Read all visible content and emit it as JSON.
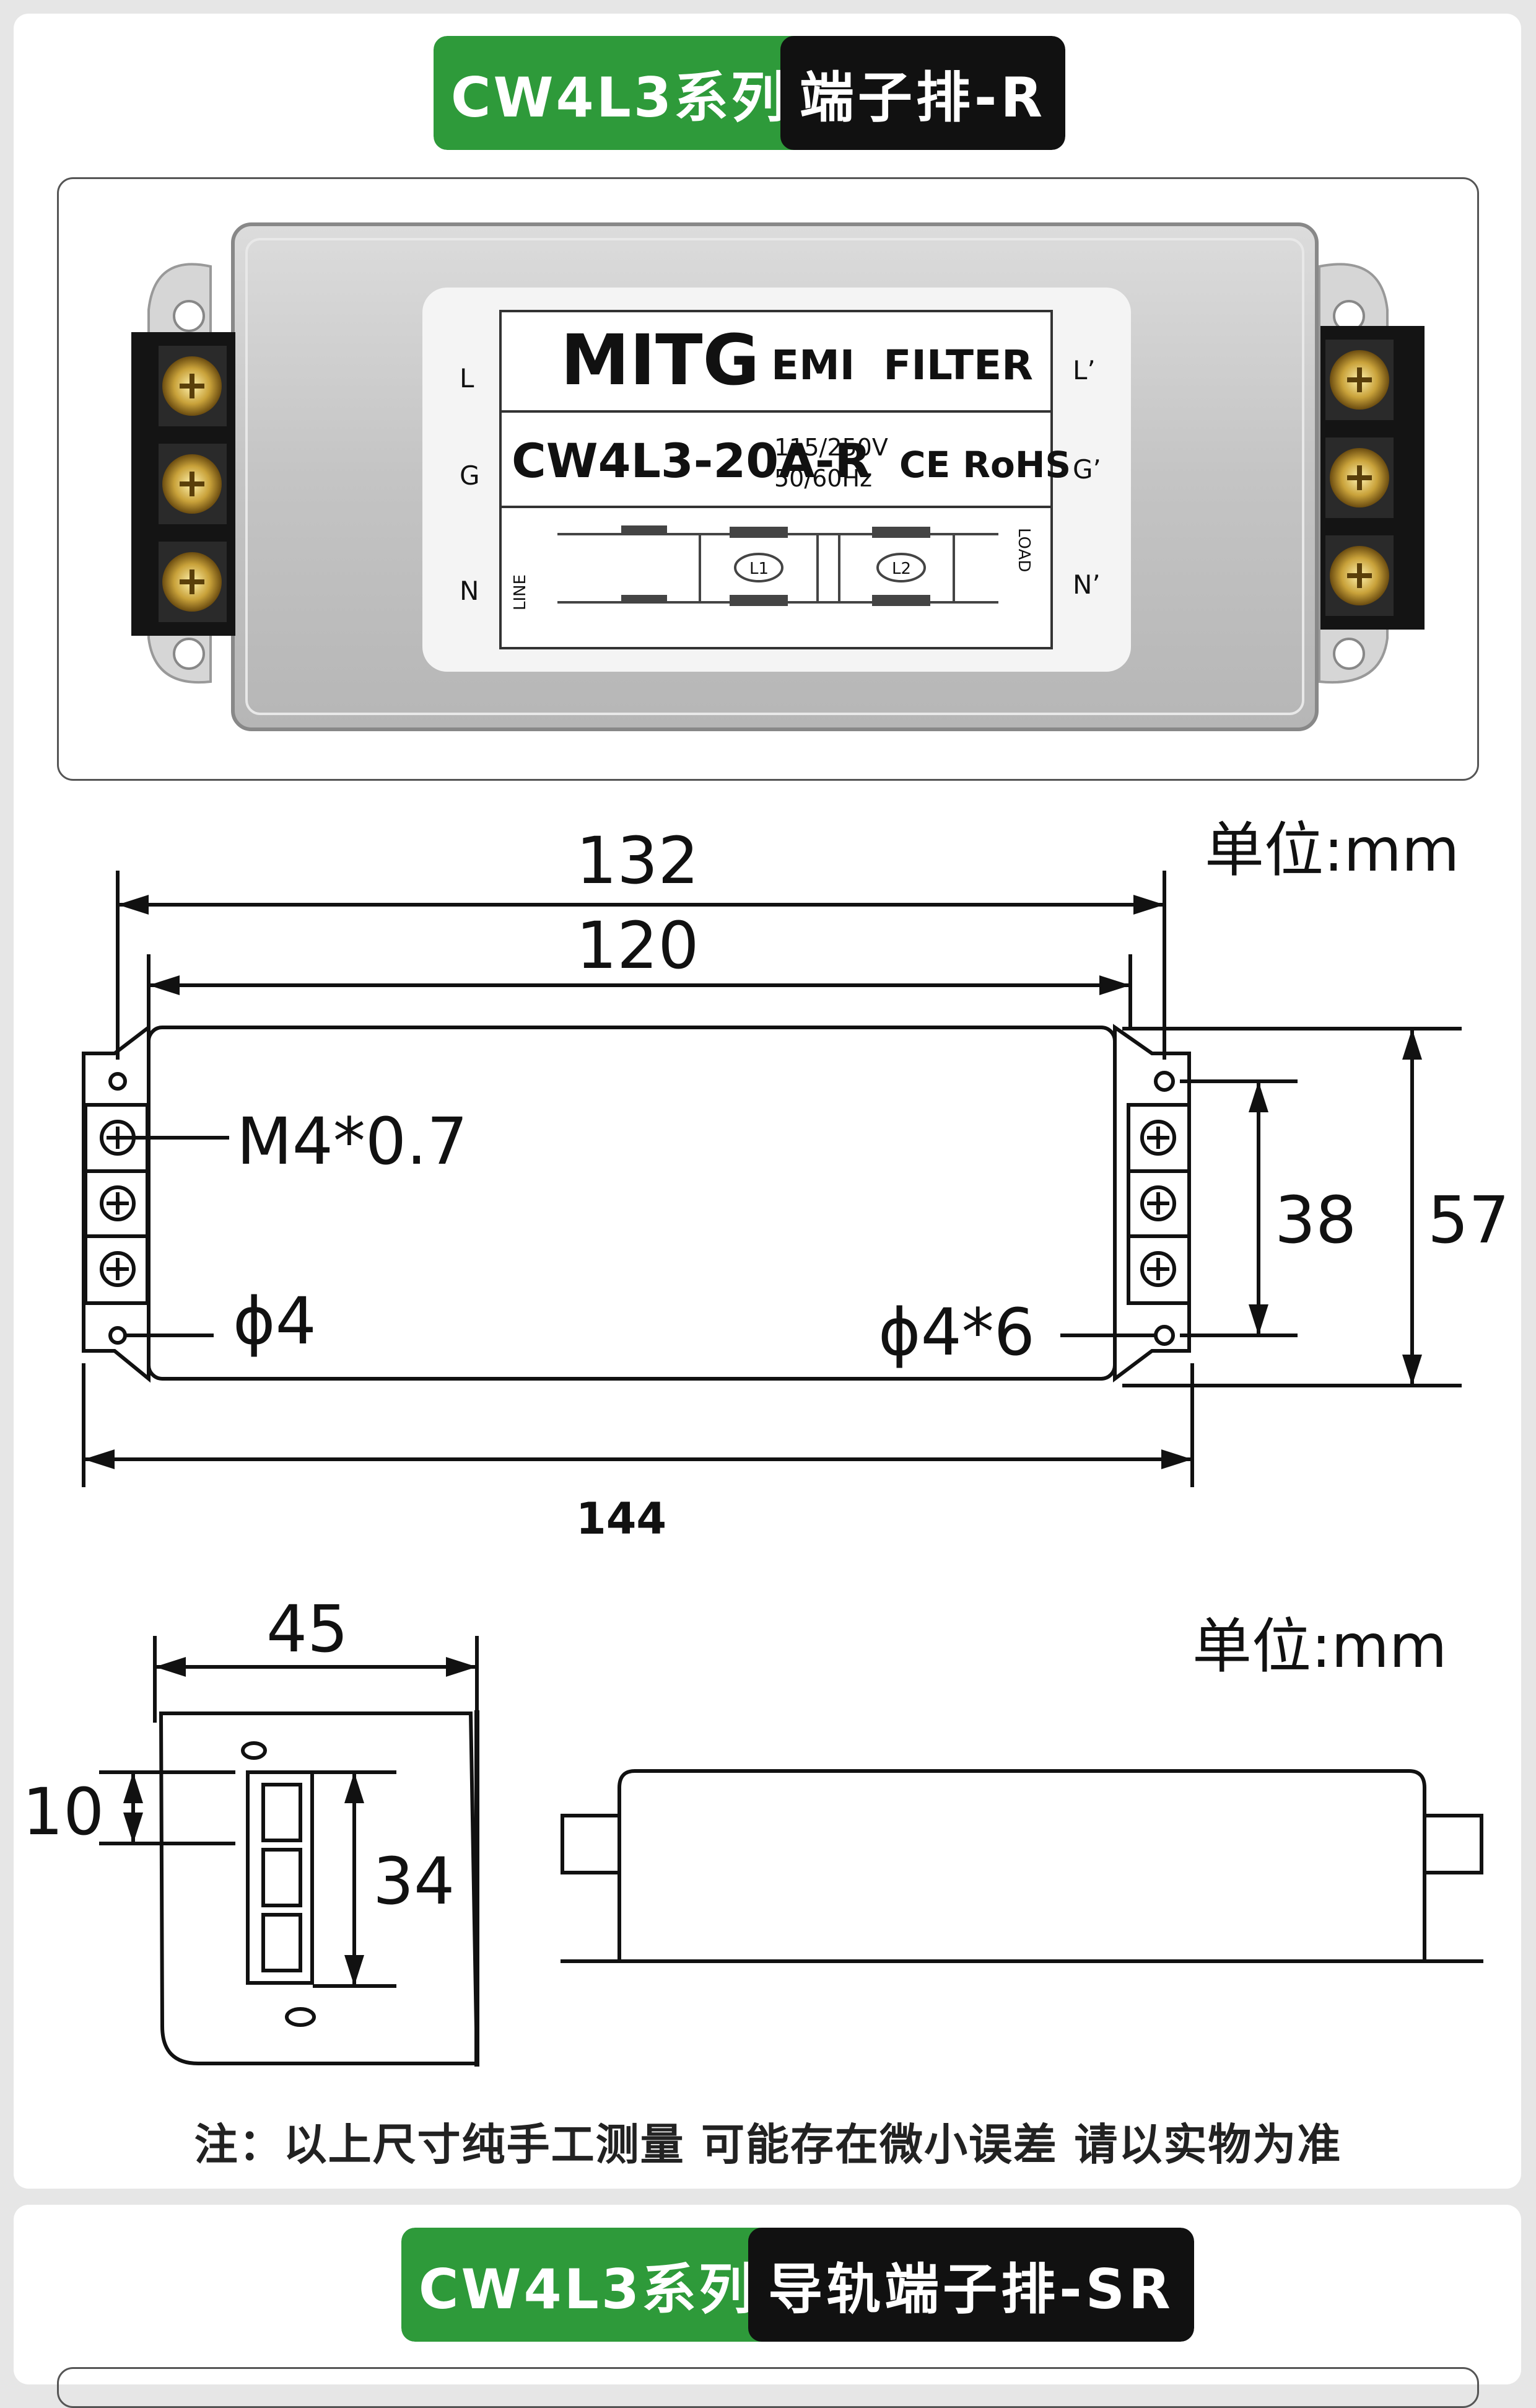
{
  "section1": {
    "badge_series": "CW4L3系列",
    "badge_type": "端子排-R"
  },
  "label": {
    "brand": "MITG",
    "product": "EMI  FILTER",
    "model": "CW4L3-20A-R",
    "voltage": "115/250V",
    "frequency": "50/60Hz",
    "cert": "CE RoHS",
    "left_terminals": [
      "L",
      "G",
      "N"
    ],
    "right_terminals": [
      "L’",
      "G’",
      "N’"
    ],
    "circuit_left": "LINE",
    "circuit_right": "LOAD",
    "coil1": "L1",
    "coil2": "L2"
  },
  "top_view": {
    "unit": "单位:mm",
    "dim_132": "132",
    "dim_120": "120",
    "dim_144": "144",
    "dim_38": "38",
    "dim_57": "57",
    "screw": "M4*0.7",
    "hole_left": "ϕ4",
    "hole_right": "ϕ4*6"
  },
  "side_view": {
    "unit": "单位:mm",
    "dim_45": "45",
    "dim_10": "10",
    "dim_34": "34"
  },
  "note": "注：以上尺寸纯手工测量 可能存在微小误差 请以实物为准",
  "section2": {
    "badge_series": "CW4L3系列",
    "badge_type": "导轨端子排-SR"
  },
  "colors": {
    "badge_green": "#2e9a3a",
    "badge_black": "#111111",
    "metal": "#c9c9c9"
  }
}
